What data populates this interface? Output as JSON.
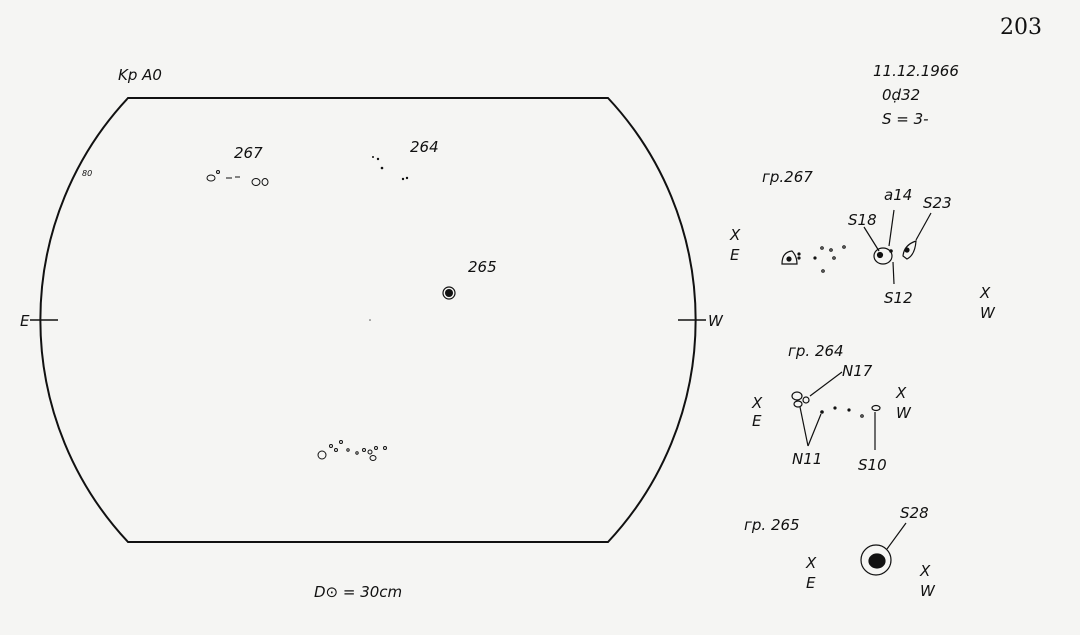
{
  "sheet_number": "203",
  "header": {
    "observer_code": "Kp A0",
    "date": "11.12.1966",
    "time": "0ḍ32",
    "seeing": "S = 3-"
  },
  "disk": {
    "east_label": "E",
    "west_label": "W",
    "limb_mark": "80",
    "groups": [
      {
        "id": "267"
      },
      {
        "id": "264"
      },
      {
        "id": "265"
      }
    ],
    "diameter_note": "D⊙ = 30cm"
  },
  "details": [
    {
      "title": "гр.267",
      "east": "E",
      "west": "W",
      "labels": [
        "S18",
        "a14",
        "S23",
        "S12"
      ]
    },
    {
      "title": "гр. 264",
      "east": "E",
      "west": "W",
      "labels": [
        "N17",
        "N11",
        "S10"
      ]
    },
    {
      "title": "гр. 265",
      "east": "E",
      "west": "W",
      "labels": [
        "S28"
      ]
    }
  ],
  "x_mark": "X"
}
